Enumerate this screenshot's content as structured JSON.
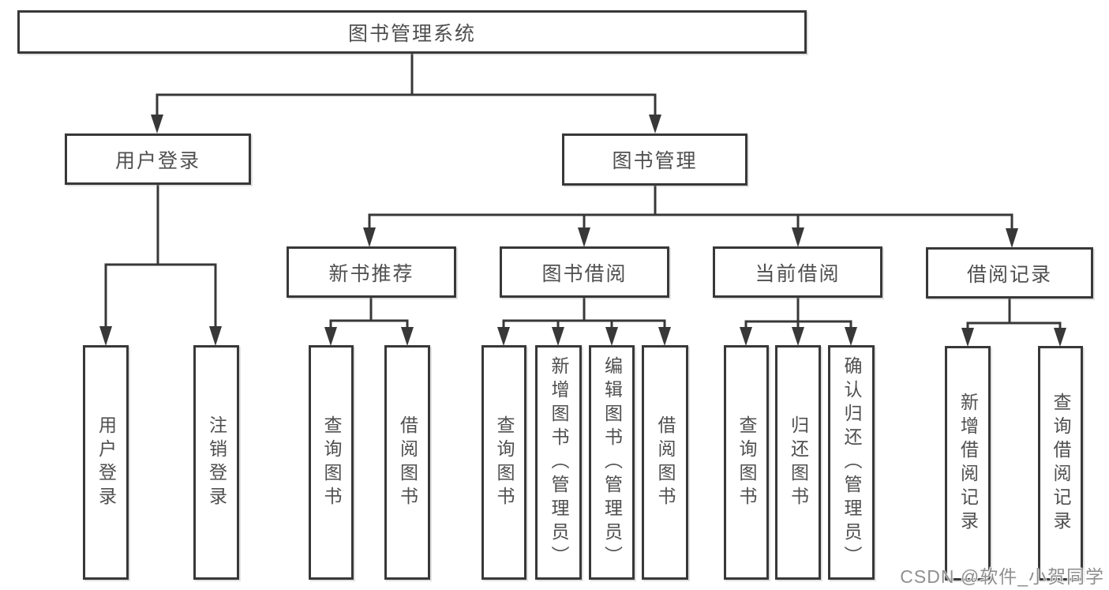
{
  "tree": {
    "root": {
      "label": "图书管理系统"
    },
    "branches": [
      {
        "label": "用户登录",
        "leaves": [
          {
            "label": "用户登录"
          },
          {
            "label": "注销登录"
          }
        ]
      },
      {
        "label": "图书管理",
        "sections": [
          {
            "label": "新书推荐",
            "leaves": [
              {
                "label": "查询图书"
              },
              {
                "label": "借阅图书"
              }
            ]
          },
          {
            "label": "图书借阅",
            "leaves": [
              {
                "label": "查询图书"
              },
              {
                "label": "新增图书（管理员）"
              },
              {
                "label": "编辑图书（管理员）"
              },
              {
                "label": "借阅图书"
              }
            ]
          },
          {
            "label": "当前借阅",
            "leaves": [
              {
                "label": "查询图书"
              },
              {
                "label": "归还图书"
              },
              {
                "label": "确认归还（管理员）"
              }
            ]
          },
          {
            "label": "借阅记录",
            "leaves": [
              {
                "label": "新增借阅记录"
              },
              {
                "label": "查询借阅记录"
              }
            ]
          }
        ]
      }
    ]
  },
  "watermark": {
    "text": "CSDN @软件_小贺同学"
  },
  "colors": {
    "line": "#383838",
    "text": "#4f4f4f",
    "watermark": "#8f8f8f",
    "background": "#ffffff"
  }
}
